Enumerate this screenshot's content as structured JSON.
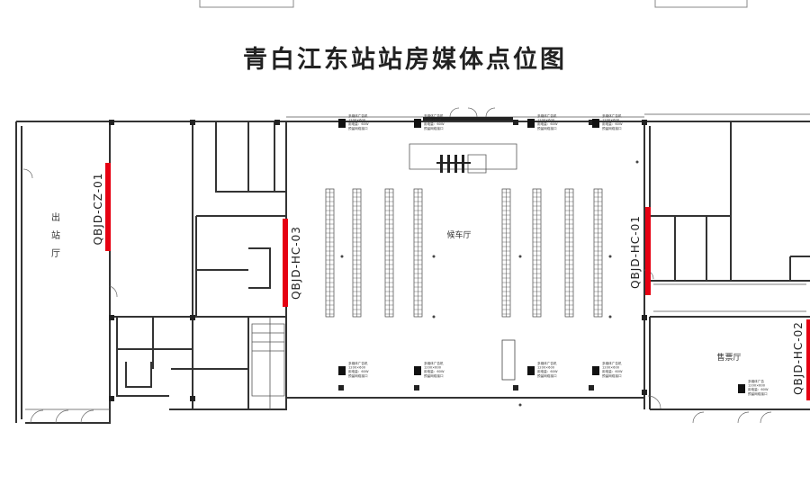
{
  "title": "青白江东站站房媒体点位图",
  "rooms": {
    "exit_hall": "出站厅",
    "waiting_hall": "候车厅",
    "ticket_hall": "售票厅"
  },
  "media_points": [
    {
      "code": "QBJD-CZ-01"
    },
    {
      "code": "QBJD-HC-03"
    },
    {
      "code": "QBJD-HC-01"
    },
    {
      "code": "QBJD-HC-02"
    }
  ],
  "ad_units": [
    {
      "lines": [
        "多媒体广告机",
        "1200×600",
        "用电量：60W",
        "预留网络接口"
      ]
    },
    {
      "lines": [
        "多媒体广告机",
        "1200×600",
        "用电量：60W",
        "预留网络接口"
      ]
    },
    {
      "lines": [
        "多媒体广告机",
        "1200×600",
        "用电量：60W",
        "预留网络接口"
      ]
    },
    {
      "lines": [
        "多媒体广告机",
        "1200×600",
        "用电量：60W",
        "预留网络接口"
      ]
    },
    {
      "lines": [
        "多媒体广告机",
        "1200×600",
        "用电量：60W",
        "预留网络接口"
      ]
    },
    {
      "lines": [
        "多媒体广告机",
        "1200×600",
        "用电量：60W",
        "预留网络接口"
      ]
    },
    {
      "lines": [
        "多媒体广告机",
        "1200×600",
        "用电量：60W",
        "预留网络接口"
      ]
    },
    {
      "lines": [
        "多媒体广告机",
        "1200×600",
        "用电量：60W",
        "预留网络接口"
      ]
    },
    {
      "lines": [
        "多媒体广告",
        "1200×600",
        "用电量：60W",
        "预留网络接口"
      ]
    }
  ],
  "colors": {
    "wall": "#333333",
    "media_marker": "#e60012"
  }
}
